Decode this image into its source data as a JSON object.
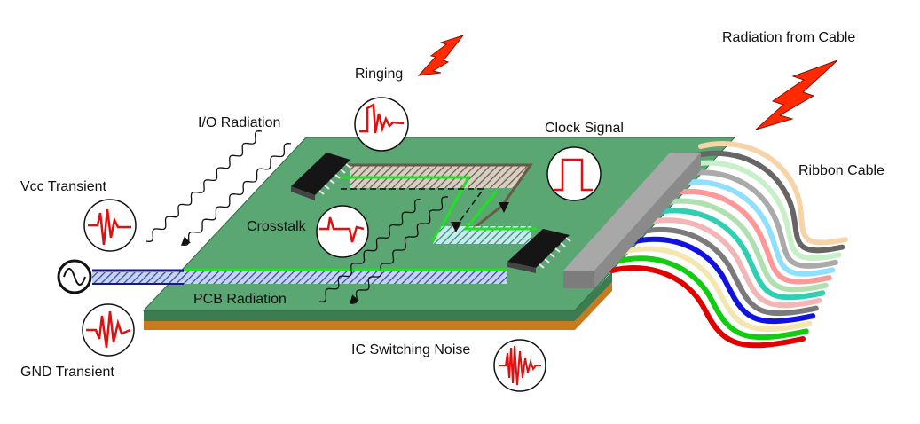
{
  "labels": {
    "radiation_from_cable": "Radiation from Cable",
    "ringing": "Ringing",
    "io_radiation": "I/O  Radiation",
    "clock_signal": "Clock Signal",
    "ribbon_cable": "Ribbon Cable",
    "vcc_transient": "Vcc Transient",
    "crosstalk": "Crosstalk",
    "pcb_radiation": "PCB  Radiation",
    "gnd_transient": "GND Transient",
    "ic_switching_noise": "IC Switching Noise"
  },
  "colors": {
    "board_top": "#5aa774",
    "board_side": "#3b7d50",
    "board_copper": "#c87a1e",
    "trace_green": "#22e022",
    "trace_blue": "#2a4fb0",
    "signal_red": "#e01010",
    "lightning_red": "#ff2a00",
    "connector_gray": "#9a9a9a"
  },
  "cable_wire_colors": [
    "#e00000",
    "#11cc11",
    "#f5e6b0",
    "#1111e0",
    "#7a7a7a",
    "#f2b6b6",
    "#2ecfb2",
    "#b0e0b0",
    "#ff9999",
    "#8fe0ff",
    "#aaaaaa",
    "#c8f0c8",
    "#666666",
    "#f7d4a8"
  ],
  "icons": [
    "sine-source-icon",
    "lightning-icon",
    "ringing-waveform-icon",
    "pulse-waveform-icon",
    "transient-waveform-icon",
    "noise-waveform-icon",
    "ic-chip-icon"
  ]
}
